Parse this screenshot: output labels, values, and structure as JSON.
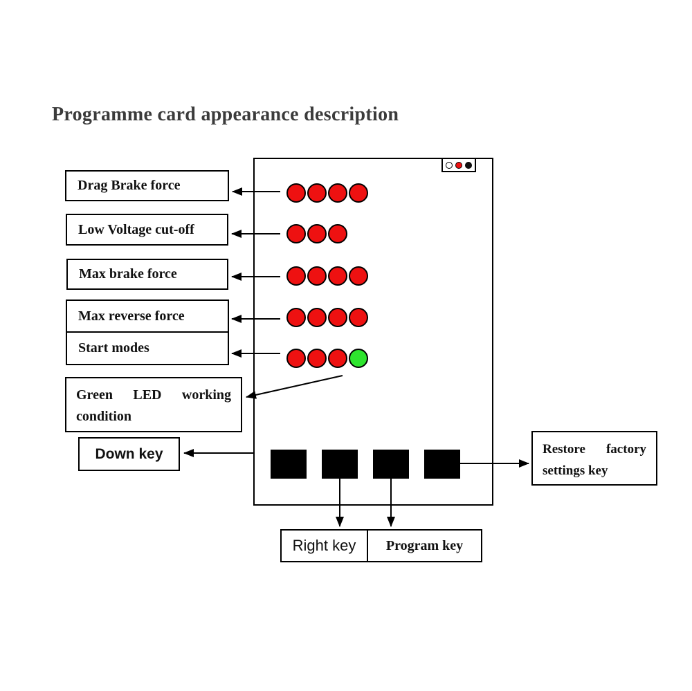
{
  "title": "Programme card appearance description",
  "labels": {
    "drag_brake": "Drag Brake force",
    "low_voltage": "Low Voltage cut-off",
    "max_brake": "Max brake force",
    "max_reverse": "Max reverse force",
    "start_modes": "Start modes",
    "green_led": "Green LED working condition",
    "down_key": "Down key",
    "restore_factory": "Restore factory settings key",
    "right_key": "Right key",
    "program_key": "Program key"
  },
  "card": {
    "indicator_dots": [
      {
        "name": "white-dot",
        "fill": "#ffffff"
      },
      {
        "name": "red-dot",
        "fill": "#ee1111"
      },
      {
        "name": "black-dot",
        "fill": "#111111"
      }
    ],
    "led_rows": [
      {
        "name": "drag-brake-leds",
        "dots": [
          "red",
          "red",
          "red",
          "red"
        ]
      },
      {
        "name": "low-voltage-leds",
        "dots": [
          "red",
          "red",
          "red"
        ]
      },
      {
        "name": "max-brake-leds",
        "dots": [
          "red",
          "red",
          "red",
          "red"
        ]
      },
      {
        "name": "max-reverse-leds",
        "dots": [
          "red",
          "red",
          "red",
          "red"
        ]
      },
      {
        "name": "start-modes-leds",
        "dots": [
          "red",
          "red",
          "red",
          "green"
        ]
      }
    ],
    "key_button_count": 4
  },
  "colors": {
    "led_red": "#ee1111",
    "led_green": "#2ee42e",
    "outline": "#000000",
    "title_text": "#3b3b3b"
  }
}
